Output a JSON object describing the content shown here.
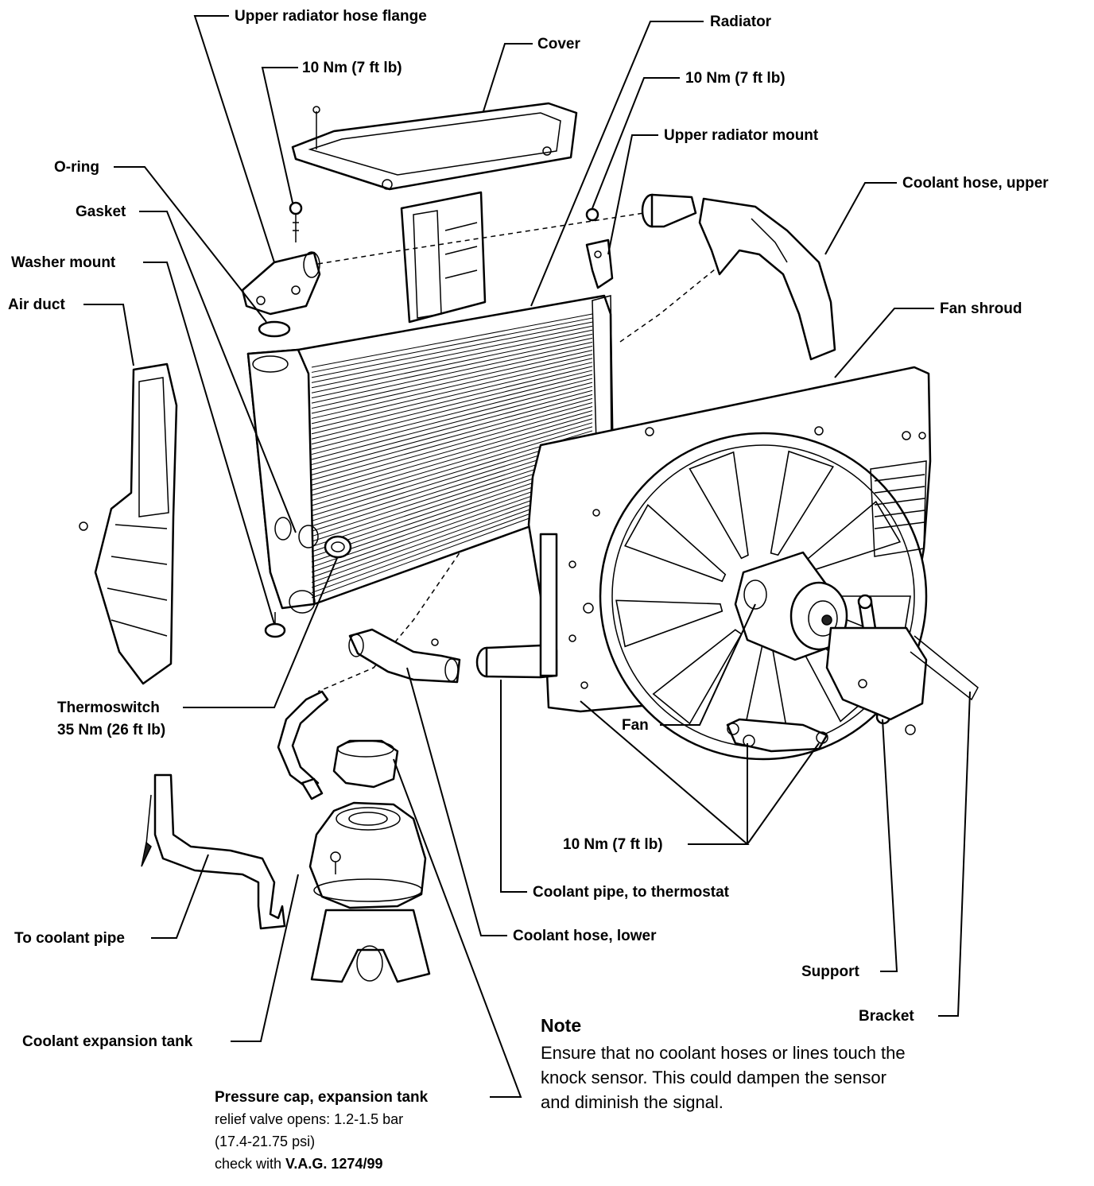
{
  "labels": {
    "upper_radiator_hose_flange": "Upper radiator hose flange",
    "torque_hose_flange": "10 Nm (7 ft lb)",
    "cover": "Cover",
    "radiator": "Radiator",
    "torque_radiator_mount": "10 Nm (7 ft lb)",
    "upper_radiator_mount": "Upper radiator mount",
    "coolant_hose_upper": "Coolant hose, upper",
    "o_ring": "O-ring",
    "gasket": "Gasket",
    "washer_mount": "Washer mount",
    "air_duct": "Air duct",
    "fan_shroud": "Fan shroud",
    "thermoswitch": "Thermoswitch",
    "thermoswitch_torque": "35 Nm (26 ft lb)",
    "fan": "Fan",
    "torque_fan": "10 Nm (7 ft lb)",
    "coolant_pipe_to_thermostat": "Coolant pipe, to thermostat",
    "to_coolant_pipe": "To coolant pipe",
    "coolant_hose_lower": "Coolant hose, lower",
    "support": "Support",
    "bracket": "Bracket",
    "coolant_expansion_tank": "Coolant expansion tank",
    "pressure_cap": "Pressure cap, expansion tank",
    "relief_line1": "relief valve opens: 1.2-1.5 bar",
    "relief_line2": "(17.4-21.75 psi)",
    "check_prefix": "check with ",
    "check_tool": "V.A.G. 1274/99"
  },
  "note": {
    "title": "Note",
    "line1": "Ensure that no coolant hoses or lines touch the",
    "line2": "knock sensor. This could dampen the sensor",
    "line3": "and diminish the signal."
  }
}
